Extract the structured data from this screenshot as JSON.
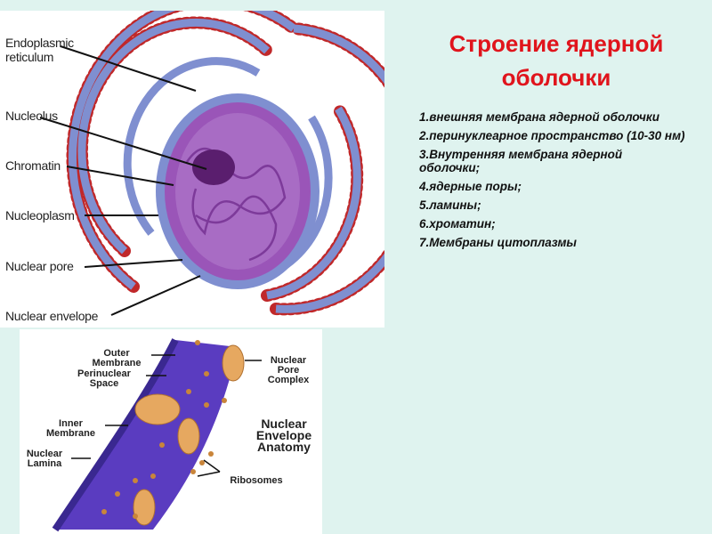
{
  "title": "Строение ядерной оболочки",
  "list": [
    "1.внешняя мембрана ядерной оболочки",
    "2.перинуклеарное пространство (10-30 нм)",
    "3.Внутренняя мембрана ядерной оболочки;",
    "4.ядерные поры;",
    "5.ламины;",
    "6.хроматин;",
    "7.Мембраны цитоплазмы"
  ],
  "cell_diagram": {
    "labels": [
      "Endoplasmic reticulum",
      "Nucleolus",
      "Chromatin",
      "Nucleoplasm",
      "Nuclear pore",
      "Nuclear envelope"
    ]
  },
  "envelope_diagram": {
    "labels": {
      "outer": "Outer Membrane",
      "perinuclear": "Perinuclear Space",
      "inner": "Inner Membrane",
      "lamina": "Nuclear Lamina",
      "pore": "Nuclear Pore Complex",
      "ribosomes": "Ribosomes",
      "title": "Nuclear Envelope Anatomy"
    }
  },
  "colors": {
    "title": "#e0141c",
    "er": "#7f8fd0",
    "nucleus": "#9a55b8",
    "ribosome": "#c0282a"
  }
}
